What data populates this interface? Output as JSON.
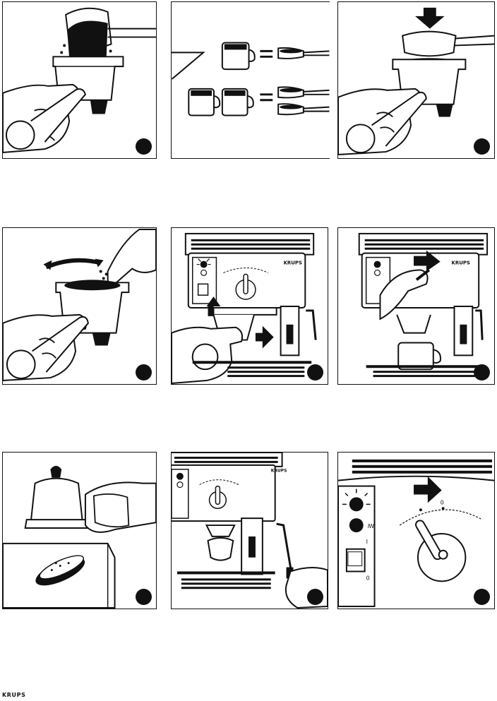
{
  "brand": "KRUPS",
  "machine_label": "KRUPS",
  "dial_labels": {
    "steam_mark": "ꟿ",
    "zero": "0",
    "one": "I",
    "off": "0"
  },
  "panels": [
    {
      "name": "panel-fill-filter",
      "icon": "coffee-scoop-icon"
    },
    {
      "name": "panel-measure-cups",
      "icon": "measuring-spoon-icon"
    },
    {
      "name": "panel-press-coffee",
      "icon": "tamper-icon"
    },
    {
      "name": "panel-clean-rim",
      "icon": "filter-holder-icon"
    },
    {
      "name": "panel-insert-filter-holder",
      "icon": "espresso-machine-icon"
    },
    {
      "name": "panel-turn-dial",
      "icon": "control-dial-icon"
    },
    {
      "name": "panel-empty-grounds",
      "icon": "coffee-puck-icon"
    },
    {
      "name": "panel-steam-nozzle",
      "icon": "steam-nozzle-icon"
    },
    {
      "name": "panel-dial-closeup",
      "icon": "dial-closeup-icon"
    }
  ]
}
